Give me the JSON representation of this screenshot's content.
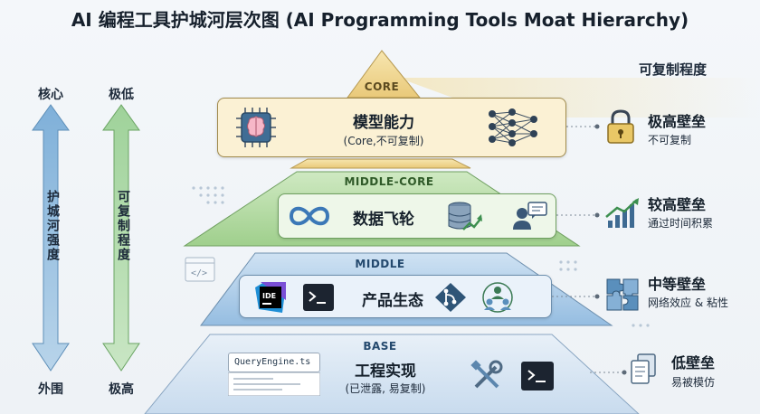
{
  "title": "AI 编程工具护城河层次图 (AI Programming Tools Moat Hierarchy)",
  "right_header": "可复制程度",
  "left_axis": {
    "moat": {
      "top": "核心",
      "bottom": "外围",
      "label": "护城河强度"
    },
    "copy": {
      "top": "极低",
      "bottom": "极高",
      "label": "可复制程度"
    }
  },
  "tiers": {
    "core": {
      "label": "CORE",
      "name": "模型能力",
      "sub": "(Core,不可复制)",
      "right_title": "极高壁垒",
      "right_sub": "不可复制"
    },
    "middle_core": {
      "label": "MIDDLE-CORE",
      "name": "数据飞轮",
      "right_title": "较高壁垒",
      "right_sub": "通过时间积累"
    },
    "middle": {
      "label": "MIDDLE",
      "name": "产品生态",
      "right_title": "中等壁垒",
      "right_sub": "网络效应 & 粘性"
    },
    "base": {
      "label": "BASE",
      "name": "工程实现",
      "sub": "(已泄露, 易复制)",
      "file_chip": "QueryEngine.ts",
      "right_title": "低壁垒",
      "right_sub": "易被模仿"
    }
  },
  "icons": {
    "core": [
      "chip-brain-icon",
      "neural-network-icon",
      "lock-icon"
    ],
    "middle_core": [
      "infinity-loop-icon",
      "database-growth-icon",
      "user-chat-icon",
      "growth-chart-icon"
    ],
    "middle": [
      "ide-icon",
      "terminal-icon",
      "git-branch-icon",
      "community-icon",
      "puzzle-icon"
    ],
    "base": [
      "tools-icon",
      "terminal-icon",
      "copy-docs-icon",
      "code-window-icon"
    ]
  },
  "colors": {
    "core": "#f2dc9e",
    "middle_core": "#b9deab",
    "middle": "#b3d2ec",
    "base": "#d4e3f1",
    "moat_arrow": "#8fb6d8",
    "copy_arrow": "#a9d3a4"
  }
}
